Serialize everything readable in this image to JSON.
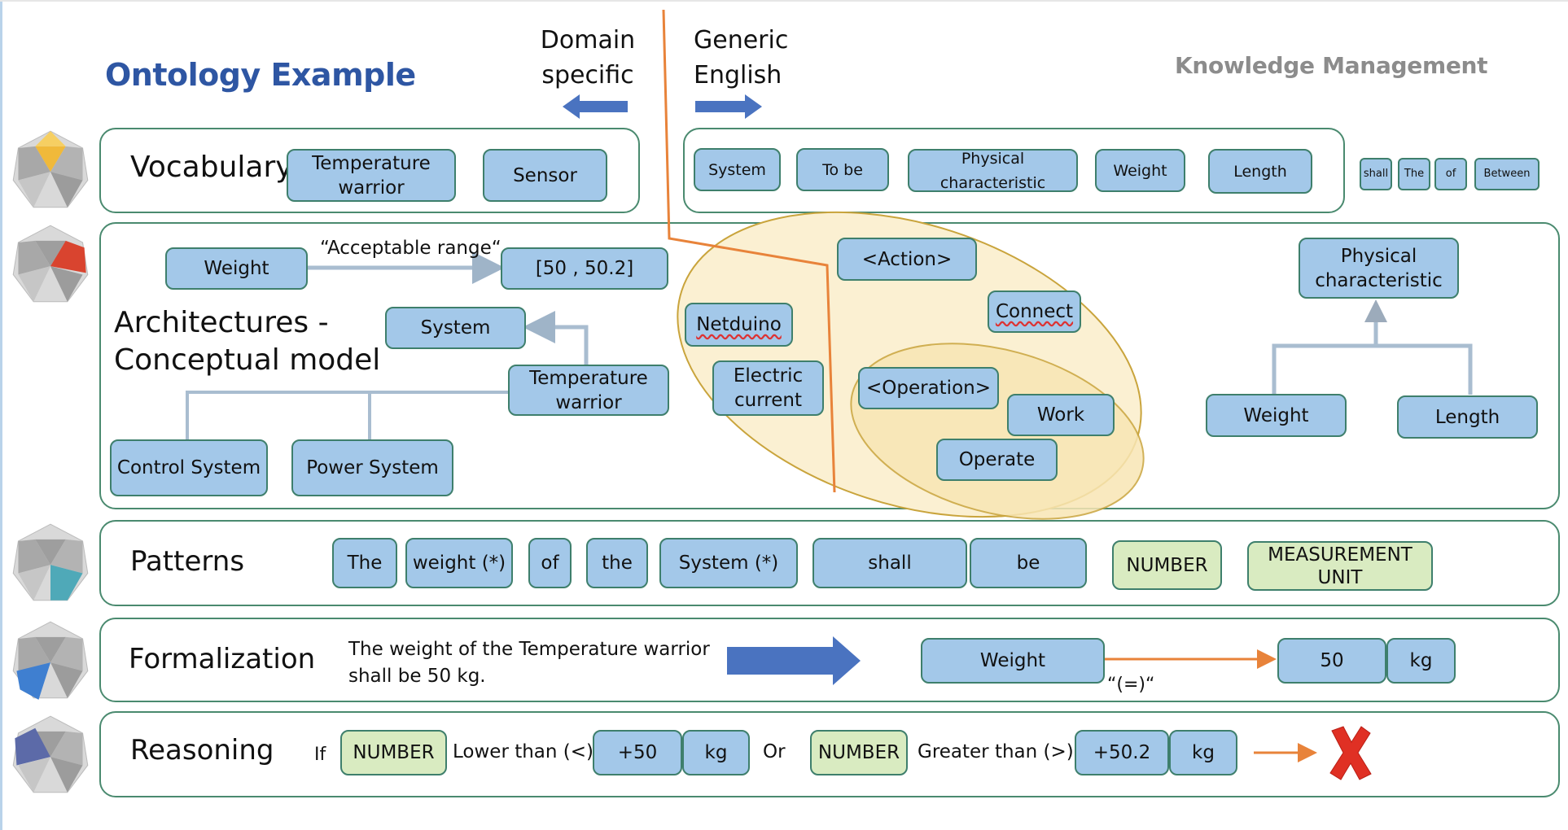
{
  "header": {
    "title": "Ontology Example",
    "subtitle": "Knowledge Management",
    "left_direction": [
      "Domain",
      "specific"
    ],
    "right_direction": [
      "Generic",
      "English"
    ]
  },
  "colors": {
    "title": "#2e56a3",
    "term_box": "#a3c8e9",
    "value_box": "#d9ebc1",
    "box_border": "#3e7f6c",
    "divider": "#e8833a",
    "ellipse_fill": "#fbf0d2",
    "reject": "#e03024"
  },
  "vocabulary": {
    "label": "Vocabulary",
    "domain_terms": [
      "Temperature\nwarrior",
      "Sensor"
    ],
    "generic_terms": [
      "System",
      "To be",
      "Physical characteristic",
      "Weight",
      "Length"
    ],
    "function_words": [
      "shall",
      "The",
      "of",
      "Between"
    ]
  },
  "architecture": {
    "label_line1": "Architectures -",
    "label_line2": "Conceptual model",
    "weight": "Weight",
    "relation_label": "“Acceptable range“",
    "range": "[50 , 50.2]",
    "system": "System",
    "temp_warrior": "Temperature\nwarrior",
    "control_system": "Control System",
    "power_system": "Power System",
    "netduino": "Netduino",
    "electric_current": "Electric\ncurrent",
    "action": "<Action>",
    "connect": "Connect",
    "operation": "<Operation>",
    "work": "Work",
    "operate": "Operate",
    "physical_characteristic": "Physical\ncharacteristic",
    "pc_weight": "Weight",
    "pc_length": "Length"
  },
  "patterns": {
    "label": "Patterns",
    "terms": [
      "The",
      "weight (*)",
      "of",
      "the",
      "System (*)",
      "shall",
      "be"
    ],
    "values": [
      "NUMBER",
      "MEASUREMENT\nUNIT"
    ]
  },
  "formalization": {
    "label": "Formalization",
    "sentence_line1": "The weight of the Temperature warrior",
    "sentence_line2": "shall be 50 kg.",
    "subject": "Weight",
    "relation": "“(=)“",
    "value": "50",
    "unit": "kg"
  },
  "reasoning": {
    "label": "Reasoning",
    "if": "If",
    "number1": "NUMBER",
    "lower": "Lower than (<)",
    "value1": "+50",
    "unit1": "kg",
    "or": "Or",
    "number2": "NUMBER",
    "greater": "Greater than (>)",
    "value2": "+50.2",
    "unit2": "kg",
    "result_icon": "reject-x-icon"
  },
  "icons": [
    "vocabulary-die-icon",
    "architecture-die-icon",
    "patterns-die-icon",
    "formalization-die-icon",
    "reasoning-die-icon"
  ]
}
